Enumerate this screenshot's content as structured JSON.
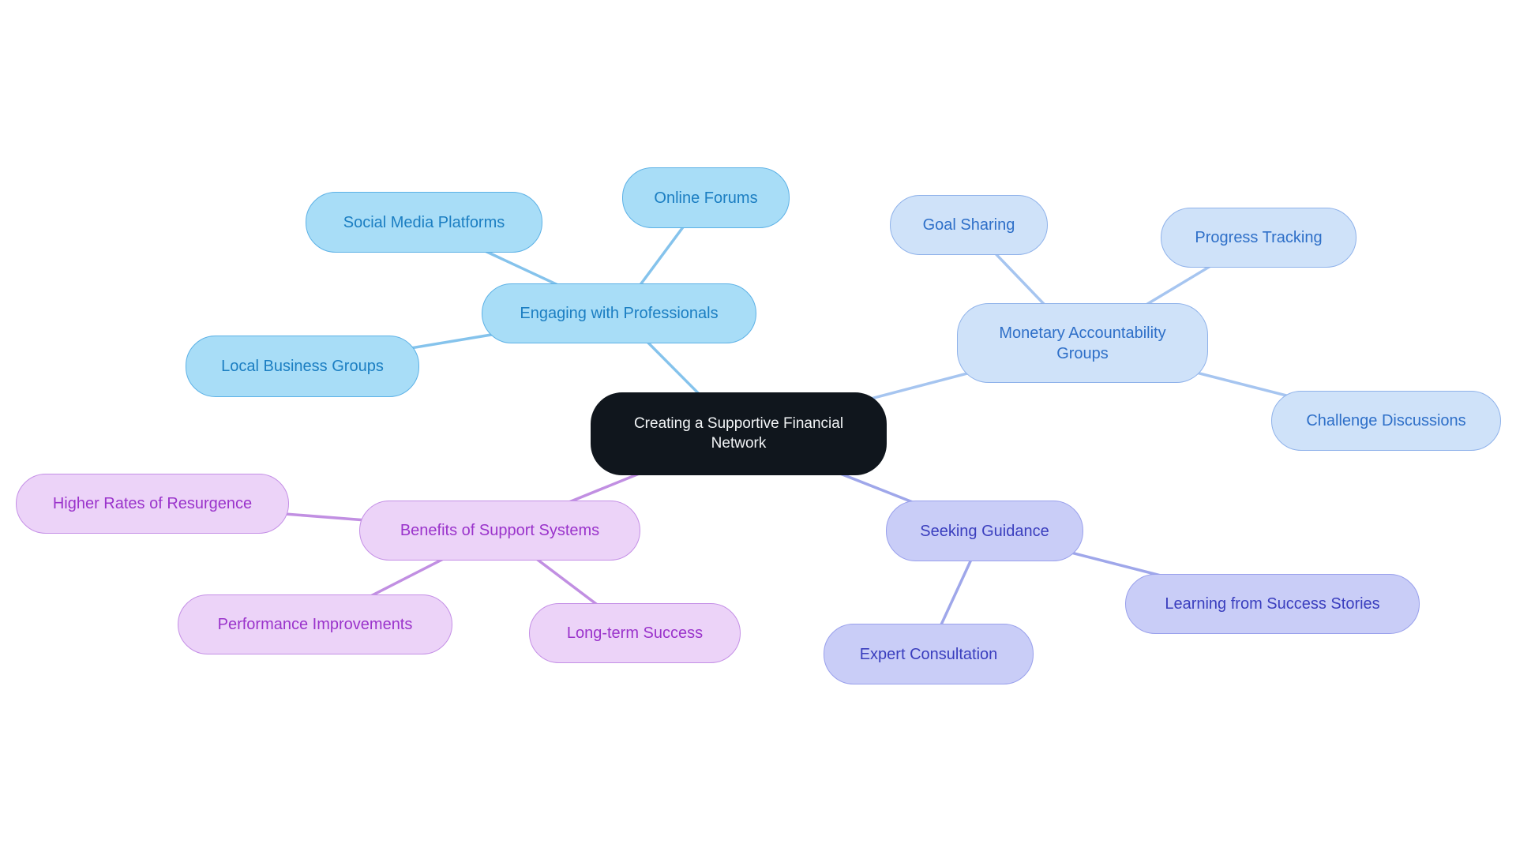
{
  "diagram": {
    "title": "Creating a Supportive Financial Network mind map",
    "background": "#ffffff",
    "root": {
      "label": "Creating a Supportive Financial Network",
      "fill": "#10161d",
      "border": "#10161d",
      "text_color": "#f2f4f6"
    },
    "branches": [
      {
        "label": "Engaging with Professionals",
        "fill": "#a8ddf7",
        "border": "#5cb1e6",
        "text_color": "#1b7ec2",
        "line_color": "#85c3ec",
        "children": [
          {
            "label": "Social Media Platforms"
          },
          {
            "label": "Online Forums"
          },
          {
            "label": "Local Business Groups"
          }
        ]
      },
      {
        "label": "Monetary Accountability Groups",
        "fill": "#cfe2f9",
        "border": "#8fb2ea",
        "text_color": "#2e6fc8",
        "line_color": "#a6c5f0",
        "children": [
          {
            "label": "Goal Sharing"
          },
          {
            "label": "Progress Tracking"
          },
          {
            "label": "Challenge Discussions"
          }
        ]
      },
      {
        "label": "Benefits of Support Systems",
        "fill": "#ecd3f8",
        "border": "#c48fe6",
        "text_color": "#9a33cb",
        "line_color": "#c18fe2",
        "children": [
          {
            "label": "Higher Rates of Resurgence"
          },
          {
            "label": "Performance Improvements"
          },
          {
            "label": "Long-term Success"
          }
        ]
      },
      {
        "label": "Seeking Guidance",
        "fill": "#c9cdf7",
        "border": "#99a0ec",
        "text_color": "#3a3ebe",
        "line_color": "#9fa7ea",
        "children": [
          {
            "label": "Expert Consultation"
          },
          {
            "label": "Learning from Success Stories"
          }
        ]
      }
    ]
  }
}
